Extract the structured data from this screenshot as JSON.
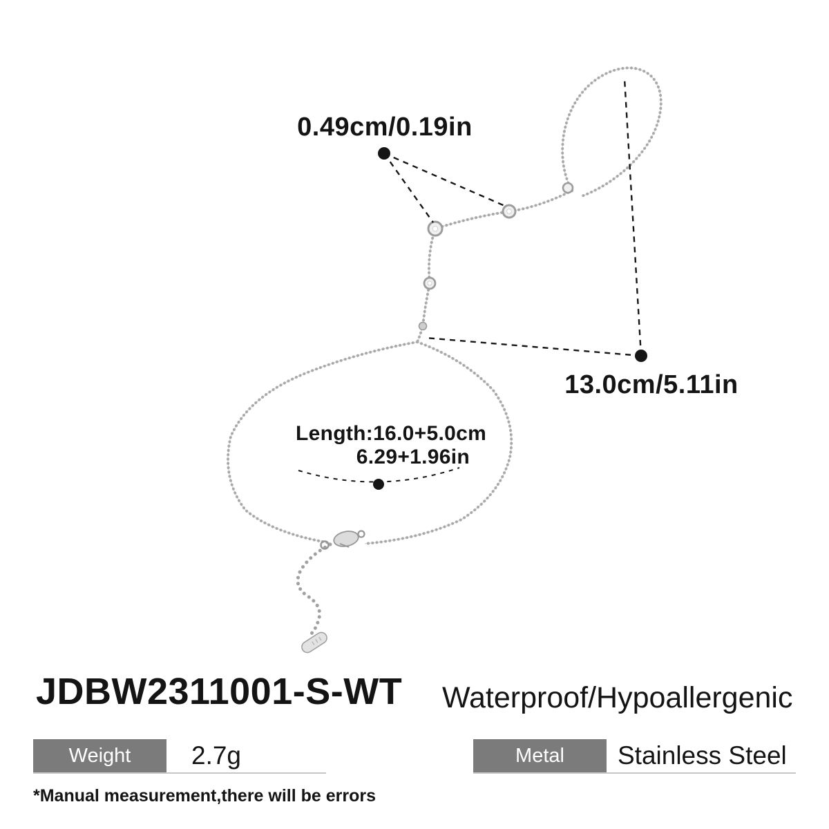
{
  "annotations": {
    "charm_size": "0.49cm/0.19in",
    "chain_length": "13.0cm/5.11in",
    "total_length_cm": "Length:16.0+5.0cm",
    "total_length_in": "6.29+1.96in"
  },
  "product": {
    "sku": "JDBW2311001-S-WT",
    "feature": "Waterproof/Hypoallergenic",
    "note": "*Manual measurement,there will be errors",
    "specs": [
      {
        "label": "Weight",
        "value": "2.7g"
      },
      {
        "label": "Metal",
        "value": "Stainless Steel"
      }
    ]
  },
  "colors": {
    "background": "#ffffff",
    "text": "#141414",
    "spec_label_box": "#7b7b7b",
    "spec_label_text": "#ffffff",
    "underline": "#c6c6c6",
    "chain_silver": "#a9a9a9"
  }
}
